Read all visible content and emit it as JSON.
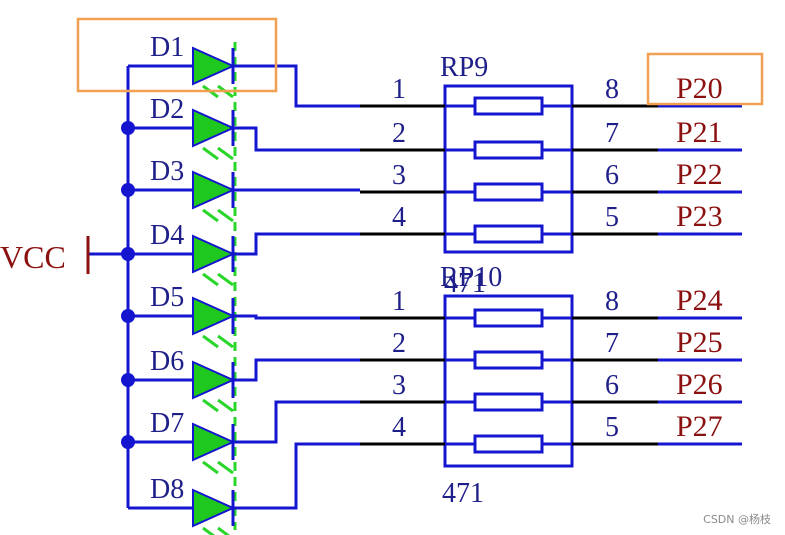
{
  "vcc_label": "VCC",
  "leds": [
    {
      "name": "D1",
      "pin": "1",
      "rpin": "8",
      "net": "P20"
    },
    {
      "name": "D2",
      "pin": "2",
      "rpin": "7",
      "net": "P21"
    },
    {
      "name": "D3",
      "pin": "3",
      "rpin": "6",
      "net": "P22"
    },
    {
      "name": "D4",
      "pin": "4",
      "rpin": "5",
      "net": "P23"
    },
    {
      "name": "D5",
      "pin": "1",
      "rpin": "8",
      "net": "P24"
    },
    {
      "name": "D6",
      "pin": "2",
      "rpin": "7",
      "net": "P25"
    },
    {
      "name": "D7",
      "pin": "3",
      "rpin": "6",
      "net": "P26"
    },
    {
      "name": "D8",
      "pin": "4",
      "rpin": "5",
      "net": "P27"
    }
  ],
  "resistor_packs": [
    {
      "name": "RP9",
      "value": "471"
    },
    {
      "name": "RP10",
      "value": "471"
    }
  ],
  "watermark": "CSDN @杨枝",
  "colors": {
    "wire": "#1515d0",
    "lead": "#000000",
    "label": "#1f1f8a",
    "net_label": "#8b1010",
    "led_fill": "#1ec81e",
    "led_dash": "#2ad62a",
    "highlight": "#f0a050"
  }
}
